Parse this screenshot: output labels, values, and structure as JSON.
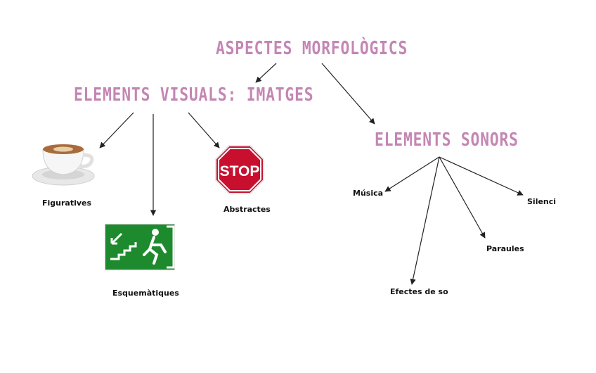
{
  "diagram": {
    "root": "ASPECTES MORFOLÒGICS",
    "branch_visual": "ELEMENTS VISUALS: IMATGES",
    "branch_sonor": "ELEMENTS SONORS",
    "visual_children": [
      "Figuratives",
      "Abstractes",
      "Esquemàtiques"
    ],
    "sonor_children": [
      "Música",
      "Silenci",
      "Paraules",
      "Efectes de so"
    ],
    "stop_sign_text": "STOP"
  },
  "colors": {
    "title": "#c486b3",
    "arrow": "#222222",
    "stop_red": "#c8102e",
    "exit_green": "#1e8a2e"
  },
  "icons": [
    "coffee-cup-icon",
    "stop-sign-icon",
    "emergency-exit-icon"
  ]
}
